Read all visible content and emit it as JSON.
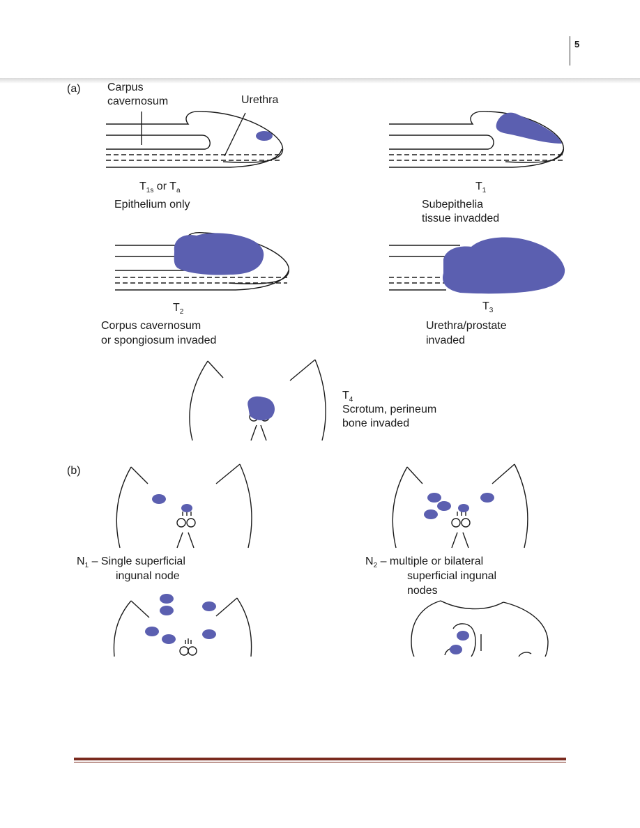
{
  "page": {
    "number": "5"
  },
  "figure": {
    "panel_a": {
      "label": "(a)",
      "callouts": {
        "carpus": "Carpus",
        "cavernosum": "cavernosum",
        "urethra": "Urethra"
      },
      "stages": [
        {
          "stage_main": "T",
          "stage_sub": "1s",
          "stage_suffix": " or T",
          "stage_suffix_sub": "a",
          "desc_line1": "Epithelium only",
          "desc_line2": ""
        },
        {
          "stage_main": "T",
          "stage_sub": "1",
          "stage_suffix": "",
          "stage_suffix_sub": "",
          "desc_line1": "Subepithelia",
          "desc_line2": "tissue invadded"
        },
        {
          "stage_main": "T",
          "stage_sub": "2",
          "stage_suffix": "",
          "stage_suffix_sub": "",
          "desc_line1": "Corpus cavernosum",
          "desc_line2": "or spongiosum invaded"
        },
        {
          "stage_main": "T",
          "stage_sub": "3",
          "stage_suffix": "",
          "stage_suffix_sub": "",
          "desc_line1": "Urethra/prostate",
          "desc_line2": "invaded"
        },
        {
          "stage_main": "T",
          "stage_sub": "4",
          "stage_suffix": "",
          "stage_suffix_sub": "",
          "desc_line1": "Scrotum, perineum",
          "desc_line2": "bone invaded"
        }
      ]
    },
    "panel_b": {
      "label": "(b)",
      "nodes": [
        {
          "stage_main": "N",
          "stage_sub": "1",
          "dash": " – ",
          "line1": "Single superficial",
          "line2": "ingunal node",
          "line3": ""
        },
        {
          "stage_main": "N",
          "stage_sub": "2",
          "dash": " – ",
          "line1": "multiple or bilateral",
          "line2": "superficial ingunal",
          "line3": "nodes"
        }
      ]
    },
    "colors": {
      "tumor": "#5b5fb0",
      "outline": "#1a1a1a"
    }
  }
}
